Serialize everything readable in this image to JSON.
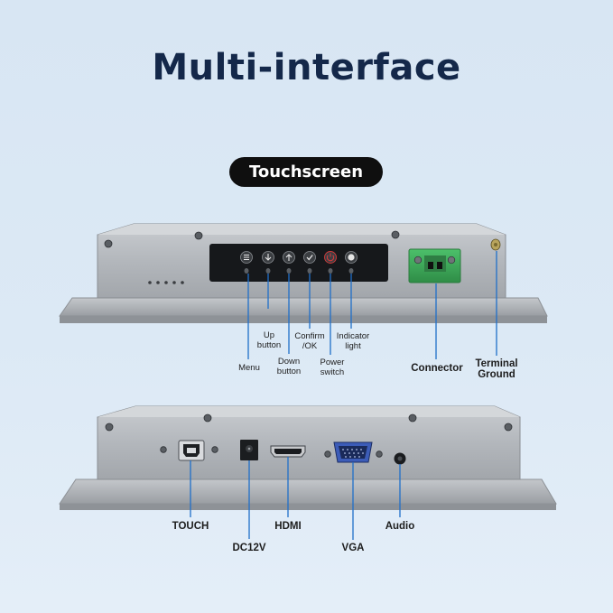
{
  "title": "Multi-interface",
  "section_badge": "Touchscreen",
  "top_panel": {
    "buttons": [
      {
        "name": "menu",
        "icon": "menu-icon"
      },
      {
        "name": "up",
        "icon": "arrow-down-icon"
      },
      {
        "name": "down",
        "icon": "arrow-up-icon"
      },
      {
        "name": "confirm",
        "icon": "check-icon"
      },
      {
        "name": "power",
        "icon": "power-icon"
      },
      {
        "name": "indicator",
        "icon": "indicator-light-icon"
      }
    ],
    "labels": {
      "menu": "Menu",
      "up": "Up button",
      "down": "Down button",
      "confirm": "Confirm /OK",
      "power": "Power switch",
      "indicator": "Indicator light",
      "connector": "Connector",
      "terminal": "Terminal Ground"
    }
  },
  "bottom_panel": {
    "labels": {
      "touch": "TOUCH",
      "dc": "DC12V",
      "hdmi": "HDMI",
      "vga": "VGA",
      "audio": "Audio"
    }
  },
  "colors": {
    "title": "#14284a",
    "callout_line": "#1f6fc9",
    "terminal_green": "#3aa655",
    "power_red": "#d43a3a"
  }
}
